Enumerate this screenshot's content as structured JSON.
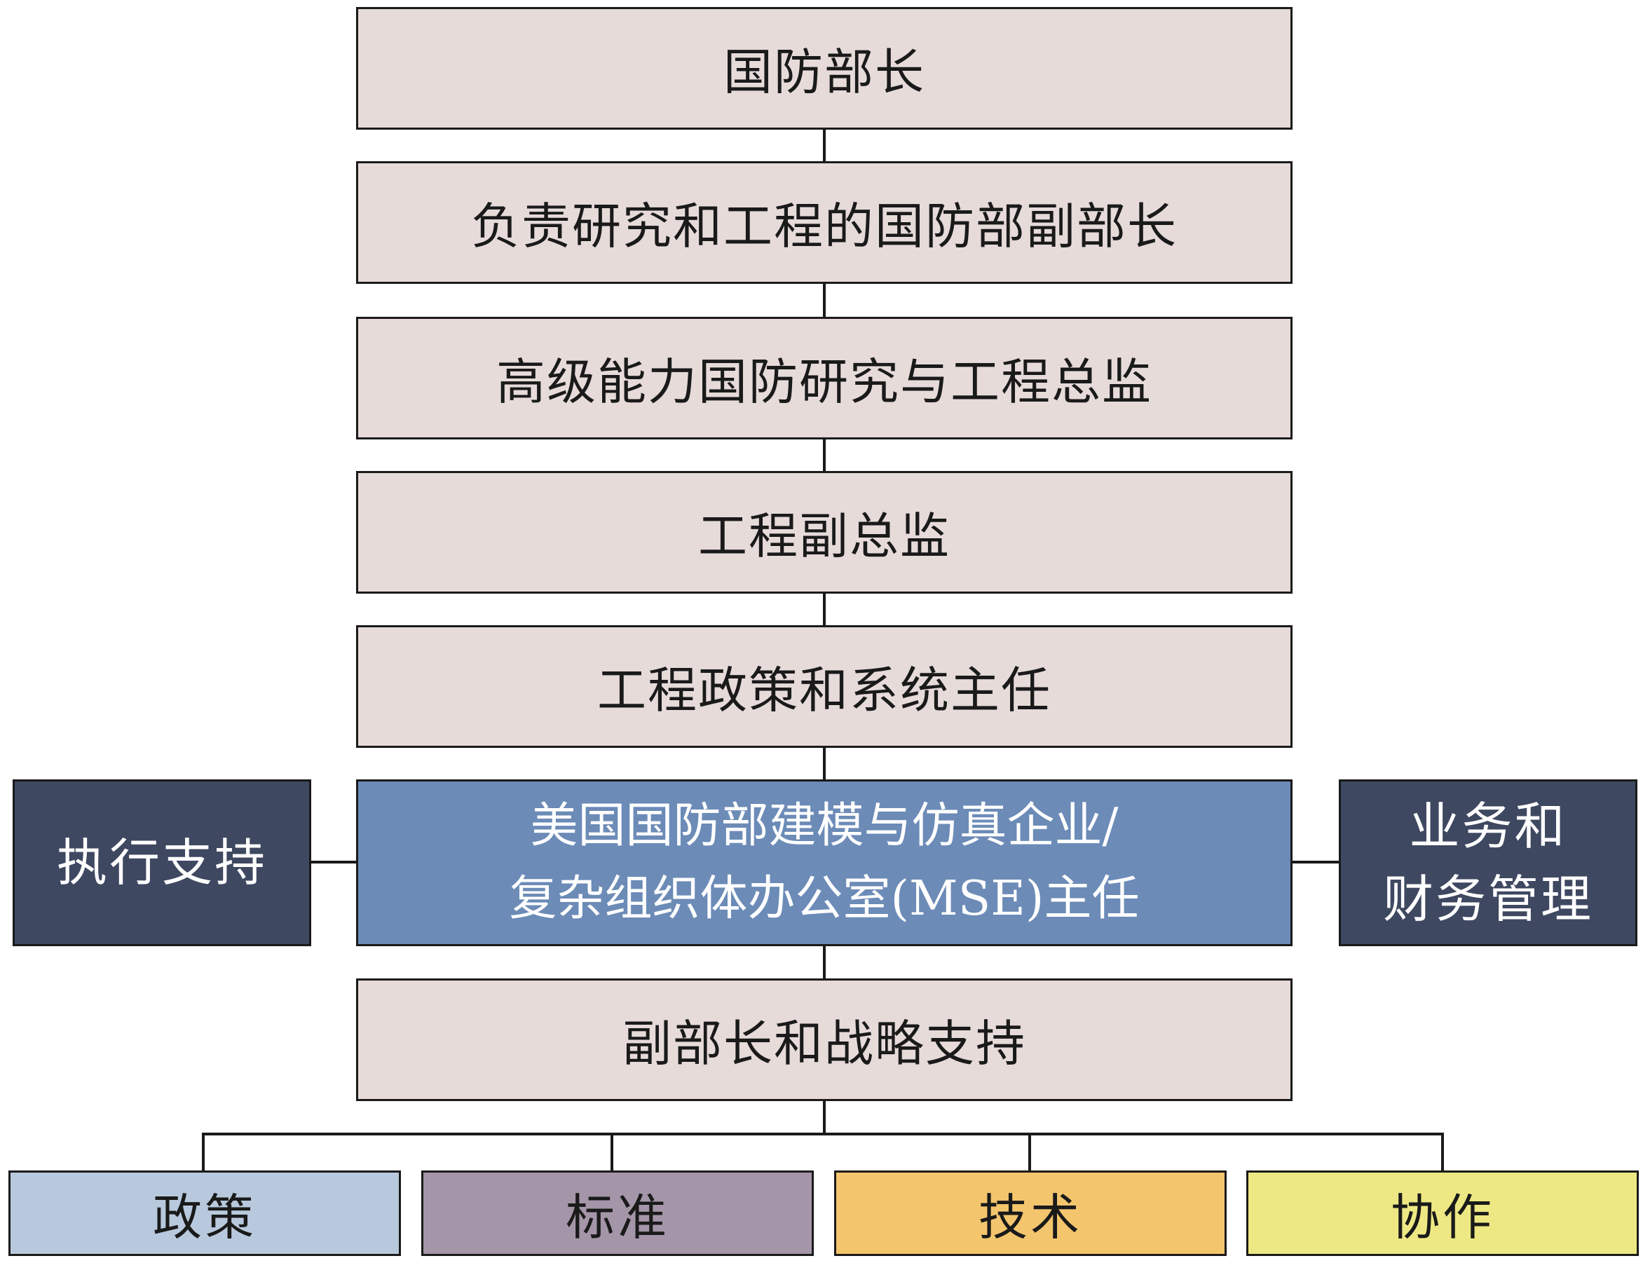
{
  "nodes": {
    "secretary": "国防部长",
    "usd_re": "负责研究和工程的国防部副部长",
    "director_adv": "高级能力国防研究与工程总监",
    "deputy_director": "工程副总监",
    "director_policy": "工程政策和系统主任",
    "mse_line1": "美国国防部建模与仿真企业/",
    "mse_line2": "复杂组织体办公室(MSE)主任",
    "exec_support": "执行支持",
    "business_line1": "业务和",
    "business_line2": "财务管理",
    "deputy_strategy": "副部长和战略支持",
    "policy": "政策",
    "standards": "标准",
    "technology": "技术",
    "collaboration": "协作"
  },
  "colors": {
    "chain_fill": "#e6dbd9",
    "mse_fill": "#6c8bb7",
    "side_fill": "#3f4861",
    "policy_fill": "#b8c9dd",
    "standards_fill": "#a496a8",
    "technology_fill": "#f3c56d",
    "collaboration_fill": "#ede883",
    "border": "#1a1a1a"
  }
}
